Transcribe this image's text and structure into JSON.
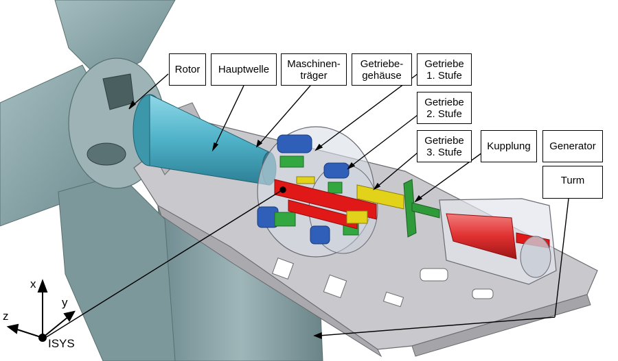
{
  "labels": {
    "rotor": "Rotor",
    "hauptwelle": "Hauptwelle",
    "maschinentraeger": [
      "Maschinen-",
      "träger"
    ],
    "getriebegehaeuse": [
      "Getriebe-",
      "gehäuse"
    ],
    "getriebe_stufe1": [
      "Getriebe",
      "1. Stufe"
    ],
    "getriebe_stufe2": [
      "Getriebe",
      "2. Stufe"
    ],
    "getriebe_stufe3": [
      "Getriebe",
      "3. Stufe"
    ],
    "kupplung": "Kupplung",
    "generator": "Generator",
    "turm": "Turm"
  },
  "coordinate_system": {
    "x": "x",
    "y": "y",
    "z": "z",
    "origin": "ISYS"
  },
  "colors": {
    "hub_and_tower": "#8aa3a6",
    "main_shaft": "#4fb2c8",
    "frame": "#c8c8cc",
    "gear_stage_1": "#2f5fb8",
    "gear_stage_2": "#34a840",
    "gear_stage_3": "#e2d21a",
    "coupling": "#2e9a3a",
    "generator": "#e03030",
    "shaft_red": "#e01818"
  }
}
